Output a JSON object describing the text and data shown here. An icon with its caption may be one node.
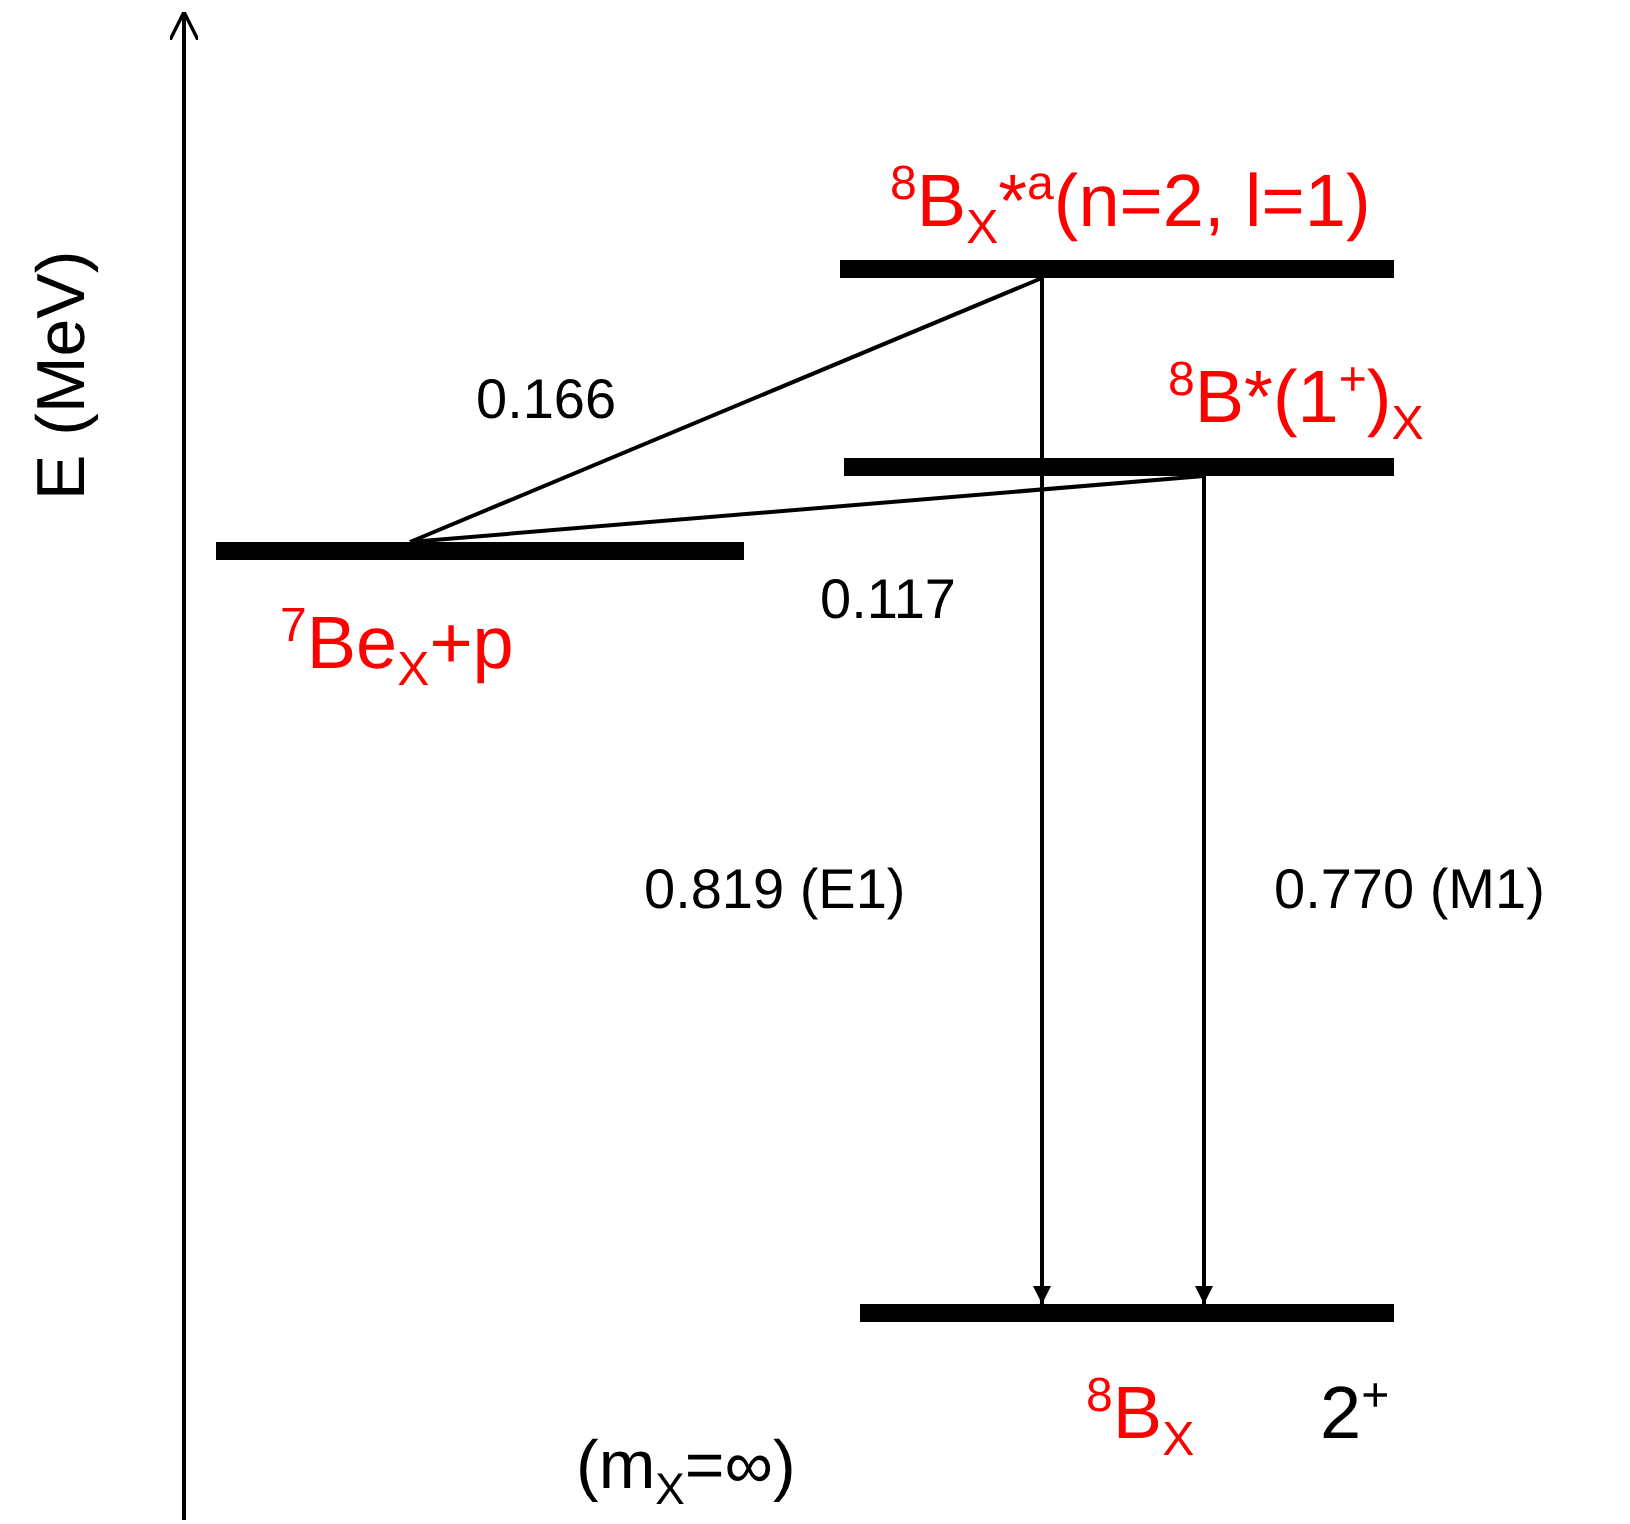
{
  "diagram": {
    "nodes": [
      {
        "text": [
          "$^{7}$Be$_{X}$+p"
        ]
      },
      {
        "text": [
          "$^{8}$B$_{X}$*$^{a}$(n=2, l=1)"
        ]
      },
      {
        "text": [
          "$^{8}$B*(1$^{+}$)$_{X}$"
        ]
      },
      {
        "text": [
          "$^{8}$B$_{X}$",
          "2$^{+}$"
        ]
      }
    ],
    "edges": [
      {
        "from": 0,
        "to": 1,
        "arrow": "none",
        "label": "0.166"
      },
      {
        "from": 0,
        "to": 2,
        "arrow": "none",
        "label": "0.117"
      },
      {
        "from": 1,
        "to": 3,
        "arrow": "to",
        "label": "0.819 (E1)"
      },
      {
        "from": 2,
        "to": 3,
        "arrow": "to",
        "label": "0.770 (M1)"
      }
    ],
    "labels": [
      "E (MeV)",
      "(m$_{X}$=∞)"
    ]
  }
}
